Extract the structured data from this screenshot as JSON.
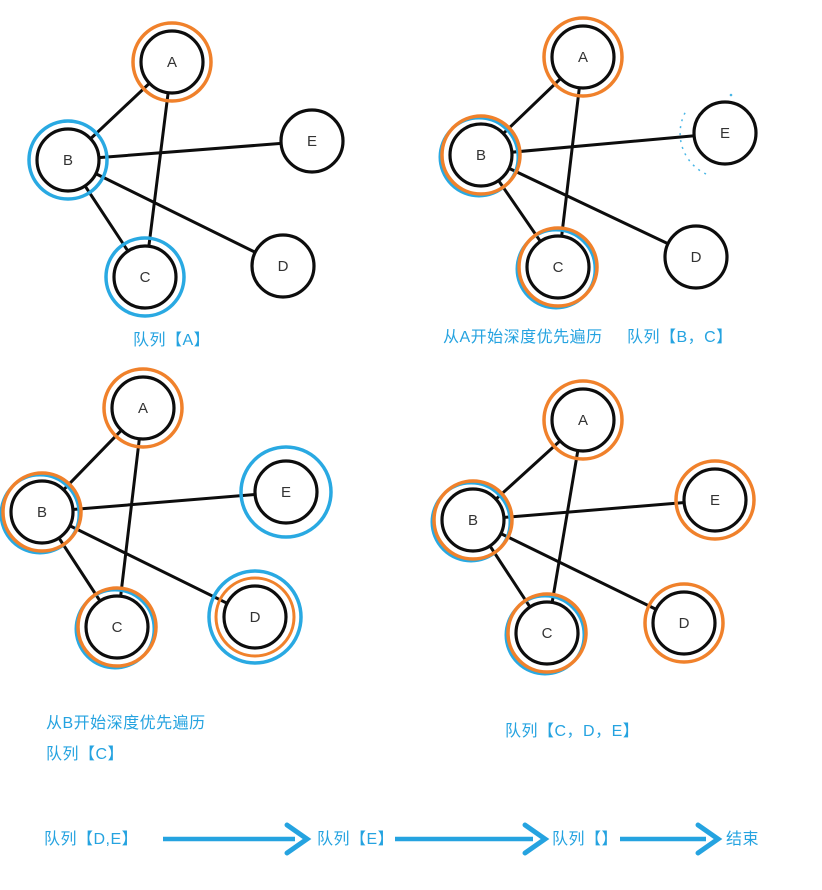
{
  "colors": {
    "orange": "#F0812B",
    "blue": "#29A9E2",
    "text_blue": "#25A3E0",
    "edge": "#0d0d0d",
    "node_stroke": "#0d0d0d",
    "node_fill": "#ffffff",
    "node_label": "#333333"
  },
  "graphs": [
    {
      "name": "step-1",
      "caption": "队列【A】",
      "nodes": [
        {
          "id": "A",
          "label": "A",
          "ring": "orange"
        },
        {
          "id": "B",
          "label": "B",
          "ring": "blue"
        },
        {
          "id": "C",
          "label": "C",
          "ring": "blue"
        },
        {
          "id": "D",
          "label": "D",
          "ring": "none"
        },
        {
          "id": "E",
          "label": "E",
          "ring": "none"
        }
      ],
      "edges": [
        [
          "A",
          "B"
        ],
        [
          "A",
          "C"
        ],
        [
          "B",
          "C"
        ],
        [
          "B",
          "D"
        ],
        [
          "B",
          "E"
        ]
      ]
    },
    {
      "name": "step-2",
      "captions": [
        "从A开始深度优先遍历",
        "队列【B，C】"
      ],
      "nodes": [
        {
          "id": "A",
          "label": "A",
          "ring": "orange"
        },
        {
          "id": "B",
          "label": "B",
          "ring": "orange-over-blue"
        },
        {
          "id": "C",
          "label": "C",
          "ring": "orange-over-blue"
        },
        {
          "id": "D",
          "label": "D",
          "ring": "none"
        },
        {
          "id": "E",
          "label": "E",
          "ring": "none",
          "remnant": "dotted-blue-arc"
        }
      ],
      "edges": [
        [
          "A",
          "B"
        ],
        [
          "A",
          "C"
        ],
        [
          "B",
          "C"
        ],
        [
          "B",
          "D"
        ],
        [
          "B",
          "E"
        ]
      ]
    },
    {
      "name": "step-3",
      "captions": [
        "从B开始深度优先遍历",
        "队列【C】"
      ],
      "nodes": [
        {
          "id": "A",
          "label": "A",
          "ring": "orange"
        },
        {
          "id": "B",
          "label": "B",
          "ring": "orange-over-blue"
        },
        {
          "id": "C",
          "label": "C",
          "ring": "orange-over-blue"
        },
        {
          "id": "D",
          "label": "D",
          "ring": "blue-over-orange"
        },
        {
          "id": "E",
          "label": "E",
          "ring": "blue"
        }
      ],
      "edges": [
        [
          "A",
          "B"
        ],
        [
          "A",
          "C"
        ],
        [
          "B",
          "C"
        ],
        [
          "B",
          "D"
        ],
        [
          "B",
          "E"
        ]
      ]
    },
    {
      "name": "step-4",
      "caption": "队列【C，D，E】",
      "nodes": [
        {
          "id": "A",
          "label": "A",
          "ring": "orange"
        },
        {
          "id": "B",
          "label": "B",
          "ring": "orange-over-blue"
        },
        {
          "id": "C",
          "label": "C",
          "ring": "orange-over-blue"
        },
        {
          "id": "D",
          "label": "D",
          "ring": "orange"
        },
        {
          "id": "E",
          "label": "E",
          "ring": "orange"
        }
      ],
      "edges": [
        [
          "A",
          "B"
        ],
        [
          "A",
          "C"
        ],
        [
          "B",
          "C"
        ],
        [
          "B",
          "D"
        ],
        [
          "B",
          "E"
        ]
      ]
    }
  ],
  "flow": {
    "labels": [
      "队列【D,E】",
      "队列【E】",
      "队列【】",
      "结束"
    ]
  }
}
